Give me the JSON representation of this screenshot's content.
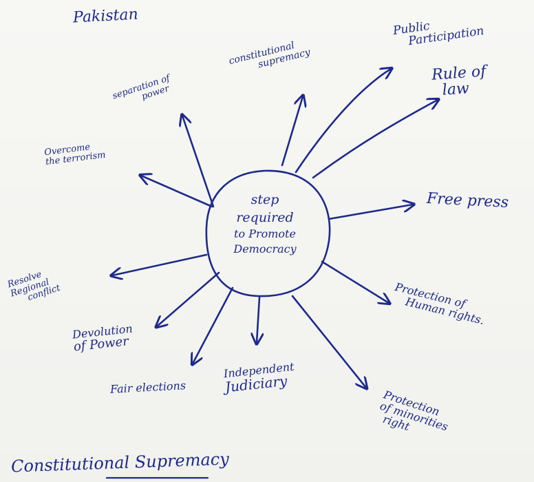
{
  "page_label": "Pakistan",
  "center": {
    "lines": [
      "step",
      "required",
      "to Promote",
      "Democracy"
    ]
  },
  "nodes": {
    "public_participation": [
      "Public",
      "Participation"
    ],
    "constitutional_supremacy": [
      "constitutional",
      "supremacy"
    ],
    "rule_of_law": [
      "Rule of",
      "law"
    ],
    "separation_of_power": [
      "separation of",
      "power"
    ],
    "overcome_terrorism": [
      "Overcome",
      "the terrorism"
    ],
    "free_press": [
      "Free press"
    ],
    "resolve_regional_conflict": [
      "Resolve",
      "Regional",
      "conflict"
    ],
    "protection_human_rights": [
      "Protection of",
      "Human rights."
    ],
    "devolution_of_power": [
      "Devolution",
      "of Power"
    ],
    "independent_judiciary": [
      "Independent",
      "Judiciary"
    ],
    "fair_elections": [
      "Fair elections"
    ],
    "protection_minorities": [
      "Protection",
      "of minorities",
      "right"
    ]
  },
  "footer": {
    "heading": "Constitutional Supremacy"
  },
  "colors": {
    "ink": "#1d2a8a",
    "paper": "#f4f4f1"
  }
}
